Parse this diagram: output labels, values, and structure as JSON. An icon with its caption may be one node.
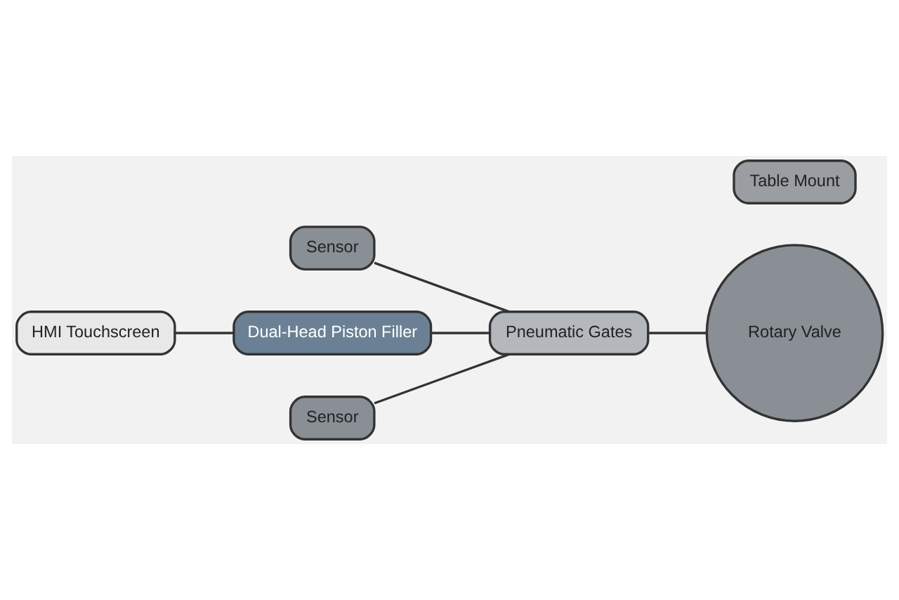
{
  "diagram": {
    "nodes": [
      {
        "text": [
          "Sensor"
        ]
      },
      {
        "text": [
          "HMI Touchscreen"
        ]
      },
      {
        "text": [
          "Dual-Head Piston Filler"
        ]
      },
      {
        "text": [
          "Pneumatic Gates"
        ]
      },
      {
        "text": [
          "Rotary Valve"
        ]
      },
      {
        "text": [
          "Sensor"
        ]
      },
      {
        "text": [
          "Table Mount"
        ]
      }
    ],
    "edges": [
      {
        "from": 1,
        "to": 2,
        "arrow": "none"
      },
      {
        "from": 2,
        "to": 3,
        "arrow": "none"
      },
      {
        "from": 3,
        "to": 4,
        "arrow": "none"
      },
      {
        "from": 0,
        "to": 3,
        "arrow": "none"
      },
      {
        "from": 5,
        "to": 3,
        "arrow": "none"
      }
    ]
  }
}
